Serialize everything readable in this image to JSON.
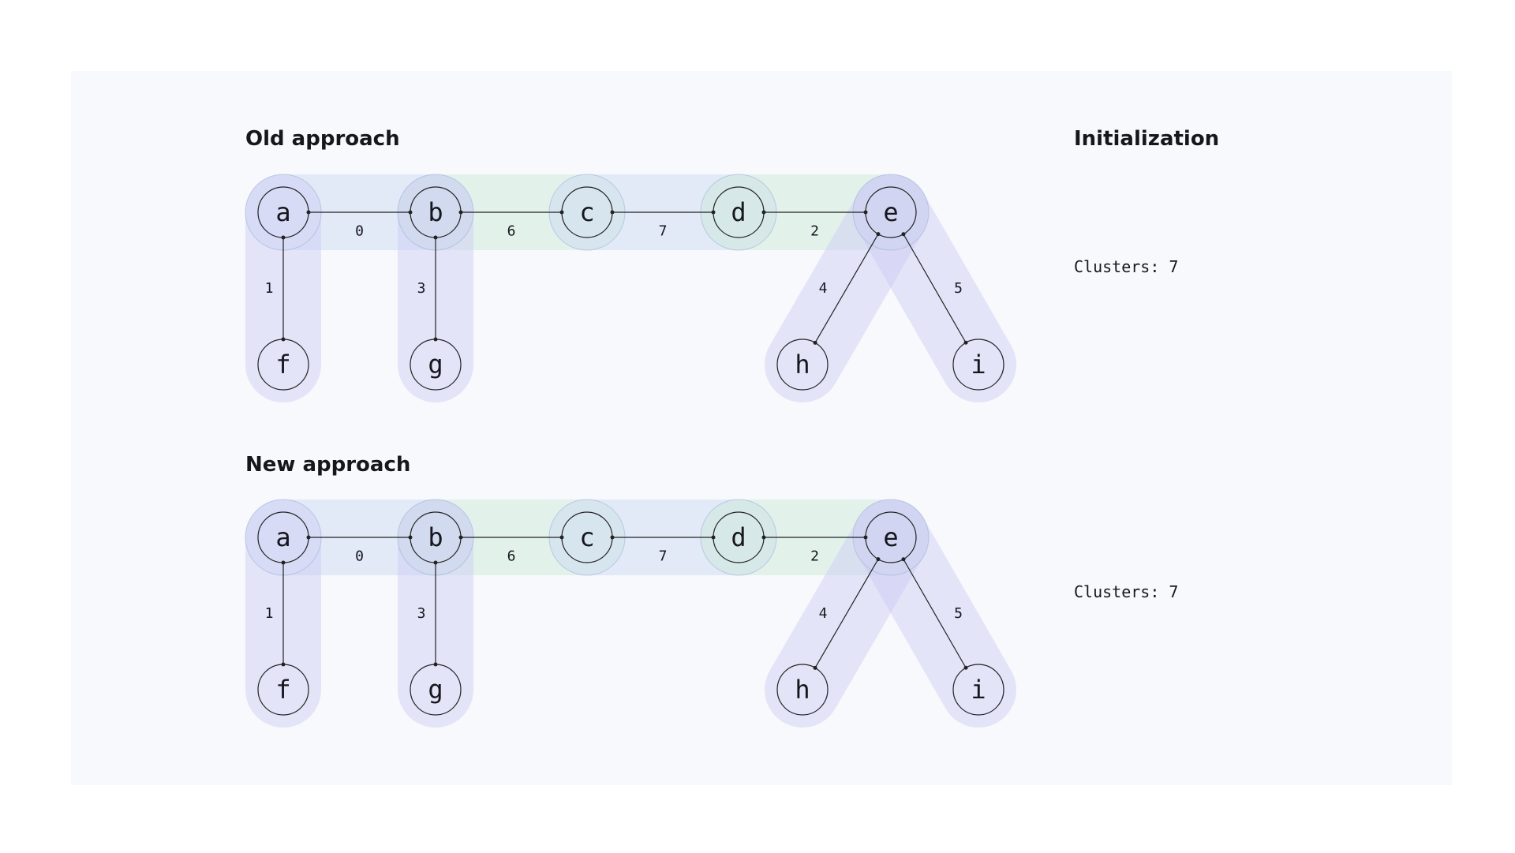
{
  "step_title": "Initialization",
  "colors": {
    "background": "#f8f9fc",
    "cluster_blue": "#c7d8f5",
    "cluster_green": "#c9e6d6",
    "cluster_purple": "#c9c9f5",
    "ink": "#16161d"
  },
  "panels": [
    {
      "title": "Old approach",
      "clusters_label": "Clusters: 7",
      "nodes": [
        "a",
        "b",
        "c",
        "d",
        "e",
        "f",
        "g",
        "h",
        "i"
      ],
      "edges": [
        {
          "from": "a",
          "to": "b",
          "weight": "0"
        },
        {
          "from": "b",
          "to": "c",
          "weight": "6"
        },
        {
          "from": "c",
          "to": "d",
          "weight": "7"
        },
        {
          "from": "d",
          "to": "e",
          "weight": "2"
        },
        {
          "from": "a",
          "to": "f",
          "weight": "1"
        },
        {
          "from": "b",
          "to": "g",
          "weight": "3"
        },
        {
          "from": "e",
          "to": "h",
          "weight": "4"
        },
        {
          "from": "e",
          "to": "i",
          "weight": "5"
        }
      ]
    },
    {
      "title": "New approach",
      "clusters_label": "Clusters: 7",
      "nodes": [
        "a",
        "b",
        "c",
        "d",
        "e",
        "f",
        "g",
        "h",
        "i"
      ],
      "edges": [
        {
          "from": "a",
          "to": "b",
          "weight": "0"
        },
        {
          "from": "b",
          "to": "c",
          "weight": "6"
        },
        {
          "from": "c",
          "to": "d",
          "weight": "7"
        },
        {
          "from": "d",
          "to": "e",
          "weight": "2"
        },
        {
          "from": "a",
          "to": "f",
          "weight": "1"
        },
        {
          "from": "b",
          "to": "g",
          "weight": "3"
        },
        {
          "from": "e",
          "to": "h",
          "weight": "4"
        },
        {
          "from": "e",
          "to": "i",
          "weight": "5"
        }
      ]
    }
  ]
}
